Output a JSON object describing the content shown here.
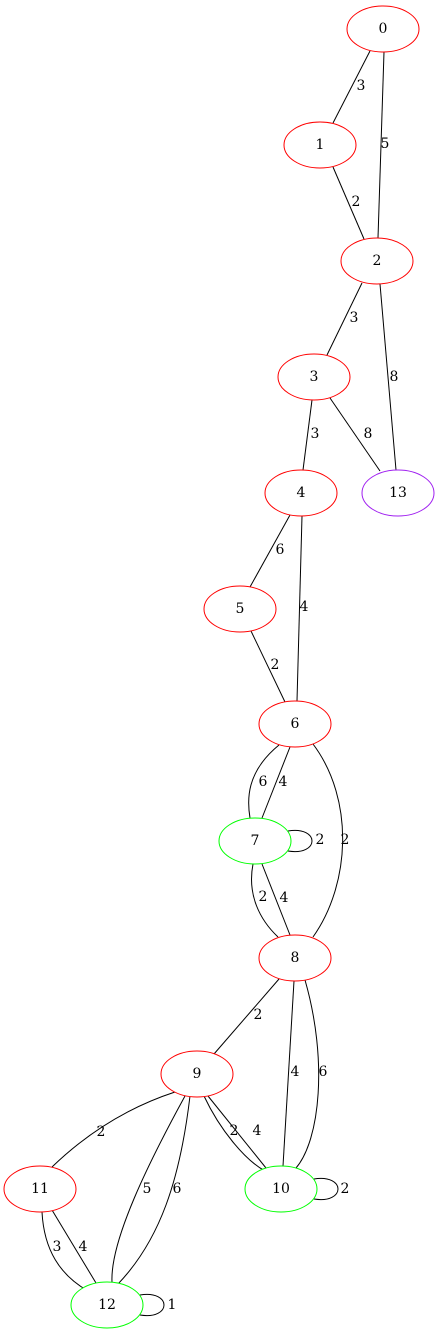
{
  "graph": {
    "nodes": [
      {
        "id": "0",
        "label": "0",
        "color": "#ff0000"
      },
      {
        "id": "1",
        "label": "1",
        "color": "#ff0000"
      },
      {
        "id": "2",
        "label": "2",
        "color": "#ff0000"
      },
      {
        "id": "3",
        "label": "3",
        "color": "#ff0000"
      },
      {
        "id": "4",
        "label": "4",
        "color": "#ff0000"
      },
      {
        "id": "5",
        "label": "5",
        "color": "#ff0000"
      },
      {
        "id": "6",
        "label": "6",
        "color": "#ff0000"
      },
      {
        "id": "7",
        "label": "7",
        "color": "#00ff00"
      },
      {
        "id": "8",
        "label": "8",
        "color": "#ff0000"
      },
      {
        "id": "9",
        "label": "9",
        "color": "#ff0000"
      },
      {
        "id": "10",
        "label": "10",
        "color": "#00ff00"
      },
      {
        "id": "11",
        "label": "11",
        "color": "#ff0000"
      },
      {
        "id": "12",
        "label": "12",
        "color": "#00ff00"
      },
      {
        "id": "13",
        "label": "13",
        "color": "#a020f0"
      }
    ],
    "edges": [
      {
        "from": "0",
        "to": "1",
        "weight": "3"
      },
      {
        "from": "0",
        "to": "2",
        "weight": "5"
      },
      {
        "from": "1",
        "to": "2",
        "weight": "2"
      },
      {
        "from": "2",
        "to": "3",
        "weight": "3"
      },
      {
        "from": "2",
        "to": "13",
        "weight": "8"
      },
      {
        "from": "3",
        "to": "4",
        "weight": "3"
      },
      {
        "from": "3",
        "to": "13",
        "weight": "8"
      },
      {
        "from": "4",
        "to": "5",
        "weight": "6"
      },
      {
        "from": "4",
        "to": "6",
        "weight": "4"
      },
      {
        "from": "5",
        "to": "6",
        "weight": "2"
      },
      {
        "from": "6",
        "to": "7",
        "weight": "6"
      },
      {
        "from": "6",
        "to": "7",
        "weight": "4"
      },
      {
        "from": "6",
        "to": "8",
        "weight": "2"
      },
      {
        "from": "7",
        "to": "7",
        "weight": "2"
      },
      {
        "from": "7",
        "to": "8",
        "weight": "2"
      },
      {
        "from": "7",
        "to": "8",
        "weight": "4"
      },
      {
        "from": "8",
        "to": "9",
        "weight": "2"
      },
      {
        "from": "8",
        "to": "10",
        "weight": "4"
      },
      {
        "from": "8",
        "to": "10",
        "weight": "6"
      },
      {
        "from": "9",
        "to": "10",
        "weight": "2"
      },
      {
        "from": "9",
        "to": "10",
        "weight": "4"
      },
      {
        "from": "9",
        "to": "11",
        "weight": "2"
      },
      {
        "from": "9",
        "to": "12",
        "weight": "5"
      },
      {
        "from": "9",
        "to": "12",
        "weight": "6"
      },
      {
        "from": "10",
        "to": "10",
        "weight": "2"
      },
      {
        "from": "11",
        "to": "12",
        "weight": "3"
      },
      {
        "from": "11",
        "to": "12",
        "weight": "4"
      },
      {
        "from": "12",
        "to": "12",
        "weight": "1"
      }
    ]
  }
}
